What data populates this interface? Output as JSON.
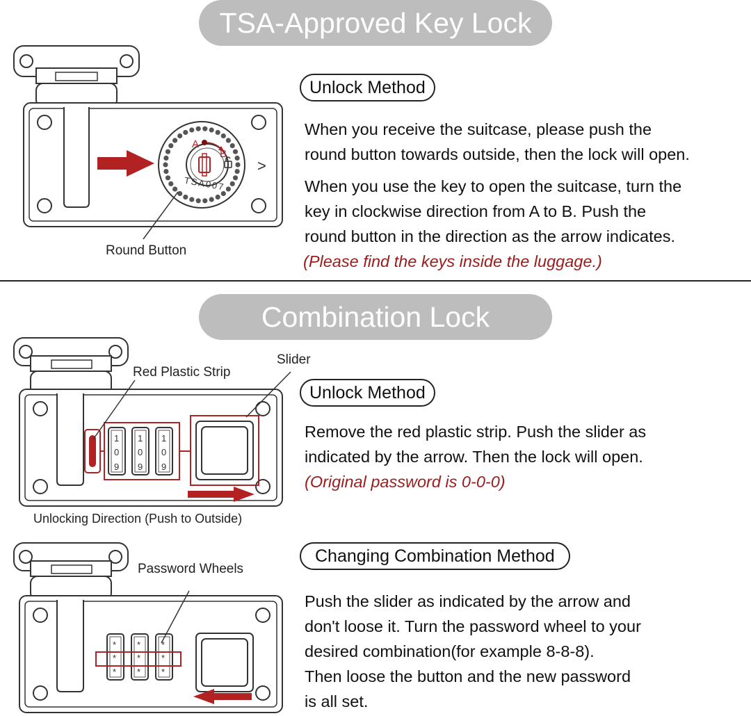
{
  "tsa": {
    "title": "TSA-Approved Key Lock",
    "method_label": "Unlock Method",
    "paragraph1": [
      "When you receive the suitcase, please push the",
      "round button towards outside, then the lock will open."
    ],
    "paragraph2": [
      "When you use the key to open the suitcase, turn the",
      "key in clockwise direction from A to B. Push the",
      "round button in the direction as the arrow indicates."
    ],
    "note": "(Please find the keys inside the luggage.)",
    "callout_round_button": "Round Button",
    "dial_text": "TSA007",
    "dial_mark_a": "A",
    "dial_mark_b": "B",
    "chevron": ">"
  },
  "combo": {
    "title": "Combination Lock",
    "unlock": {
      "method_label": "Unlock Method",
      "paragraph": [
        "Remove the red plastic strip. Push the slider as",
        "indicated by the arrow. Then the lock will open."
      ],
      "note": "(Original password is 0-0-0)",
      "callout_strip": "Red Plastic Strip",
      "callout_slider": "Slider",
      "caption_direction": "Unlocking Direction (Push to Outside)",
      "wheel_digits": [
        "1",
        "0",
        "9"
      ]
    },
    "change": {
      "method_label": "Changing Combination Method",
      "paragraph": [
        "Push the slider as indicated by the arrow and",
        "don't loose it. Turn the password wheel to your",
        "desired combination(for example 8-8-8).",
        "Then loose the button and the new password",
        "is all set."
      ],
      "callout_wheels": "Password Wheels",
      "wheel_symbols": [
        "*",
        "*",
        "*"
      ]
    }
  },
  "colors": {
    "accent_red": "#b22222",
    "note_red": "#9b1c1c",
    "pill_gray": "#bdbdbd",
    "line": "#333333"
  },
  "icons": [
    "arrow-right-icon",
    "arrow-left-icon",
    "lock-icon",
    "padlock-icon"
  ]
}
